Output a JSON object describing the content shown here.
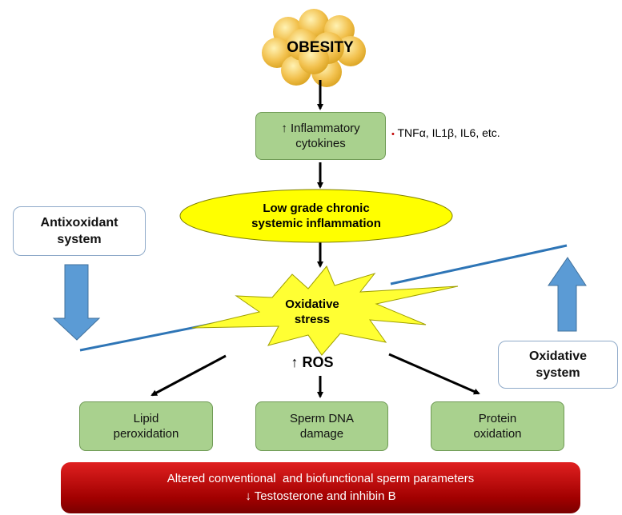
{
  "obesity": {
    "label": "OBESITY"
  },
  "inflammatory_box": {
    "line1": "↑ Inflammatory",
    "line2": "cytokines"
  },
  "cytokine_note": {
    "bullet": "•",
    "text": "TNFα, IL1β, IL6, etc."
  },
  "inflammation_ellipse": {
    "line1": "Low grade chronic",
    "line2": "systemic inflammation"
  },
  "antioxidant_box": {
    "line1": "Antixoxidant",
    "line2": "system"
  },
  "oxidative_stress": {
    "line1": "Oxidative",
    "line2": "stress"
  },
  "oxidative_box": {
    "line1": "Oxidative",
    "line2": "system"
  },
  "ros": {
    "label": "↑ ROS"
  },
  "outcomes": [
    {
      "line1": "Lipid",
      "line2": "peroxidation"
    },
    {
      "line1": "Sperm DNA",
      "line2": "damage"
    },
    {
      "line1": "Protein",
      "line2": "oxidation"
    }
  ],
  "bottom_bar": {
    "line1": "Altered conventional  and biofunctional sperm parameters",
    "line2": "↓ Testosterone and inhibin B"
  },
  "colors": {
    "box_green": "#a9d18e",
    "ellipse_yellow": "#ffff00",
    "star_yellow": "#ffff33",
    "arrow_blue": "#5b9bd5",
    "balance_line": "#2e75b6",
    "bar_red": "#c00000",
    "fat_cells": "#f2c14e"
  }
}
